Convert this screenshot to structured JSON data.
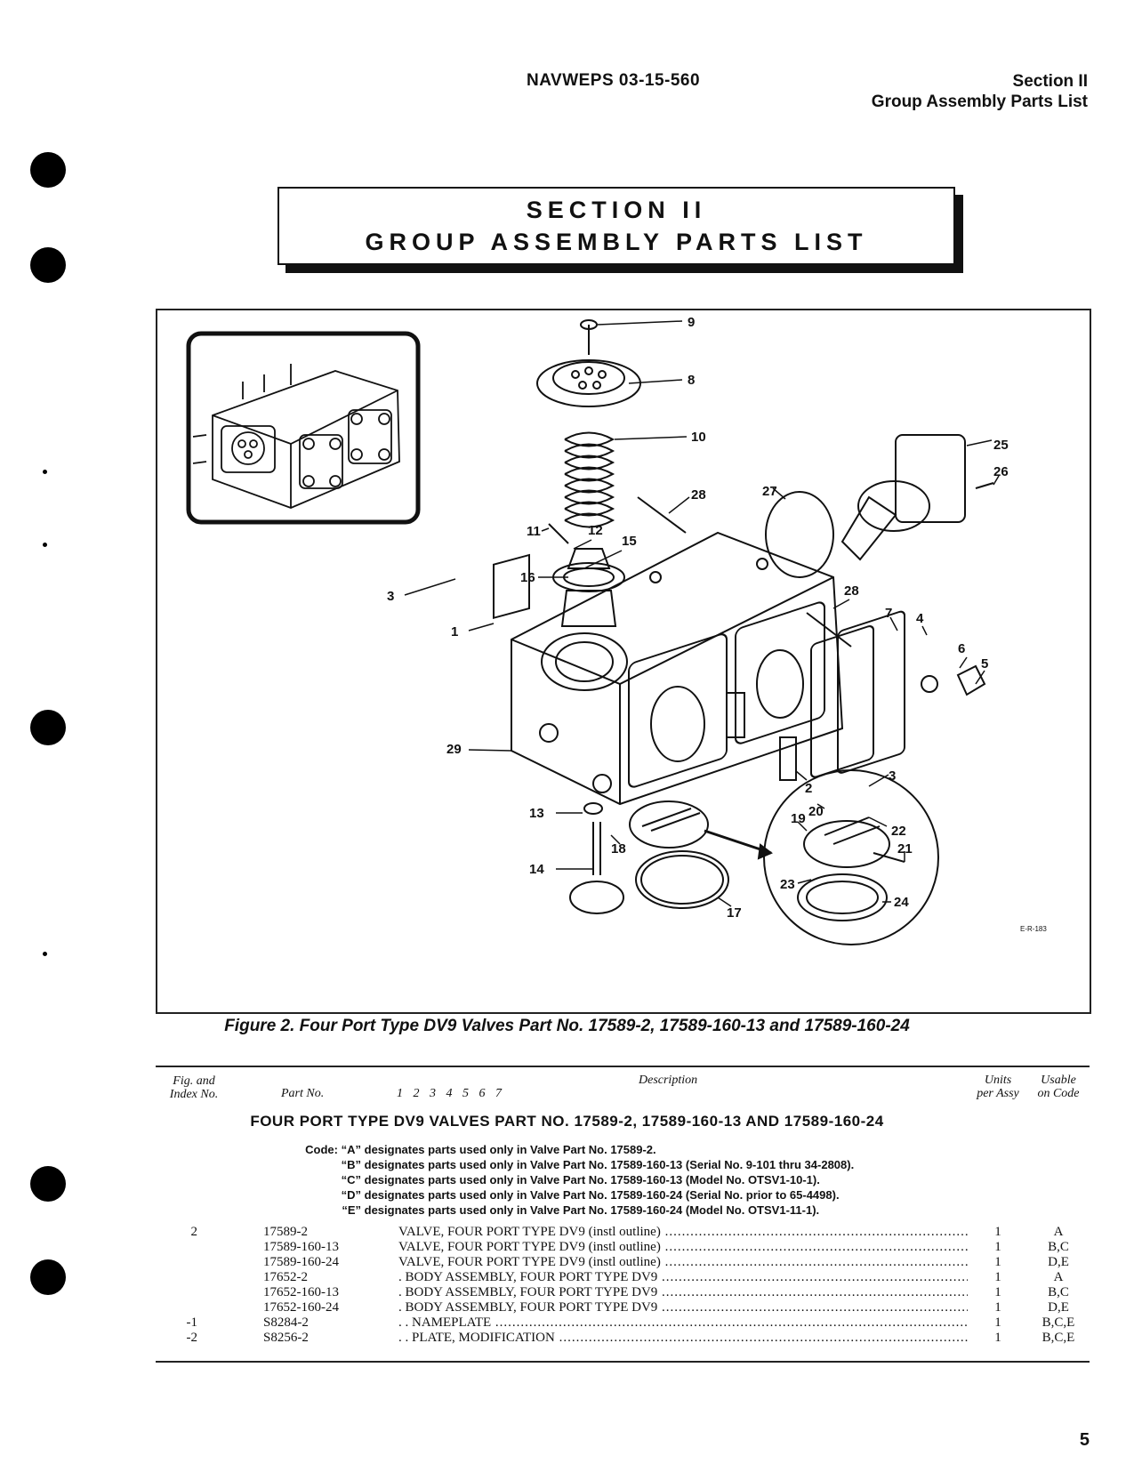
{
  "header": {
    "doc_number": "NAVWEPS 03-15-560",
    "section": "Section II",
    "section_title": "Group Assembly Parts List"
  },
  "title_box": {
    "line1": "SECTION II",
    "line2": "GROUP ASSEMBLY PARTS LIST"
  },
  "figure": {
    "caption": "Figure 2. Four Port Type DV9 Valves Part No. 17589-2, 17589-160-13 and 17589-160-24",
    "artwork_id": "E-R-183",
    "callouts": [
      "9",
      "8",
      "10",
      "25",
      "26",
      "27",
      "28",
      "11",
      "12",
      "15",
      "16",
      "3",
      "1",
      "28",
      "7",
      "4",
      "6",
      "5",
      "29",
      "2",
      "3",
      "13",
      "18",
      "14",
      "17",
      "19",
      "20",
      "22",
      "21",
      "23",
      "24"
    ]
  },
  "table": {
    "headers": {
      "index": "Fig. and Index No.",
      "index_line1": "Fig. and",
      "index_line2": "Index No.",
      "part": "Part No.",
      "indent": "1 2 3 4 5 6 7",
      "description": "Description",
      "units_line1": "Units",
      "units_line2": "per Assy",
      "usable_line1": "Usable",
      "usable_line2": "on Code"
    },
    "title": "FOUR PORT TYPE DV9 VALVES PART NO. 17589-2, 17589-160-13 AND 17589-160-24",
    "codes": [
      {
        "tag": "Code: “A”",
        "text": "designates parts used only in Valve Part No. 17589-2."
      },
      {
        "tag": "“B”",
        "text": "designates parts used only in Valve Part No. 17589-160-13 (Serial No. 9-101 thru 34-2808)."
      },
      {
        "tag": "“C”",
        "text": "designates parts used only in Valve Part No. 17589-160-13 (Model No. OTSV1-10-1)."
      },
      {
        "tag": "“D”",
        "text": "designates parts used only in Valve Part No. 17589-160-24 (Serial No. prior to 65-4498)."
      },
      {
        "tag": "“E”",
        "text": "designates parts used only in Valve Part No. 17589-160-24 (Model No. OTSV1-11-1)."
      }
    ],
    "rows": [
      {
        "index": "2",
        "part": "17589-2",
        "desc": "VALVE, FOUR PORT TYPE DV9 (instl outline)",
        "units": "1",
        "code": "A"
      },
      {
        "index": "",
        "part": "17589-160-13",
        "desc": "VALVE, FOUR PORT TYPE DV9 (instl outline)",
        "units": "1",
        "code": "B,C"
      },
      {
        "index": "",
        "part": "17589-160-24",
        "desc": "VALVE, FOUR PORT TYPE DV9 (instl outline)",
        "units": "1",
        "code": "D,E"
      },
      {
        "index": "",
        "part": "17652-2",
        "desc": ". BODY ASSEMBLY, FOUR PORT TYPE DV9",
        "units": "1",
        "code": "A"
      },
      {
        "index": "",
        "part": "17652-160-13",
        "desc": ". BODY ASSEMBLY, FOUR PORT TYPE DV9",
        "units": "1",
        "code": "B,C"
      },
      {
        "index": "",
        "part": "17652-160-24",
        "desc": ". BODY ASSEMBLY, FOUR PORT TYPE DV9",
        "units": "1",
        "code": "D,E"
      },
      {
        "index": "-1",
        "part": "S8284-2",
        "desc": ". . NAMEPLATE",
        "units": "1",
        "code": "B,C,E"
      },
      {
        "index": "-2",
        "part": "S8256-2",
        "desc": ". . PLATE, MODIFICATION",
        "units": "1",
        "code": "B,C,E"
      }
    ]
  },
  "page_number": "5"
}
